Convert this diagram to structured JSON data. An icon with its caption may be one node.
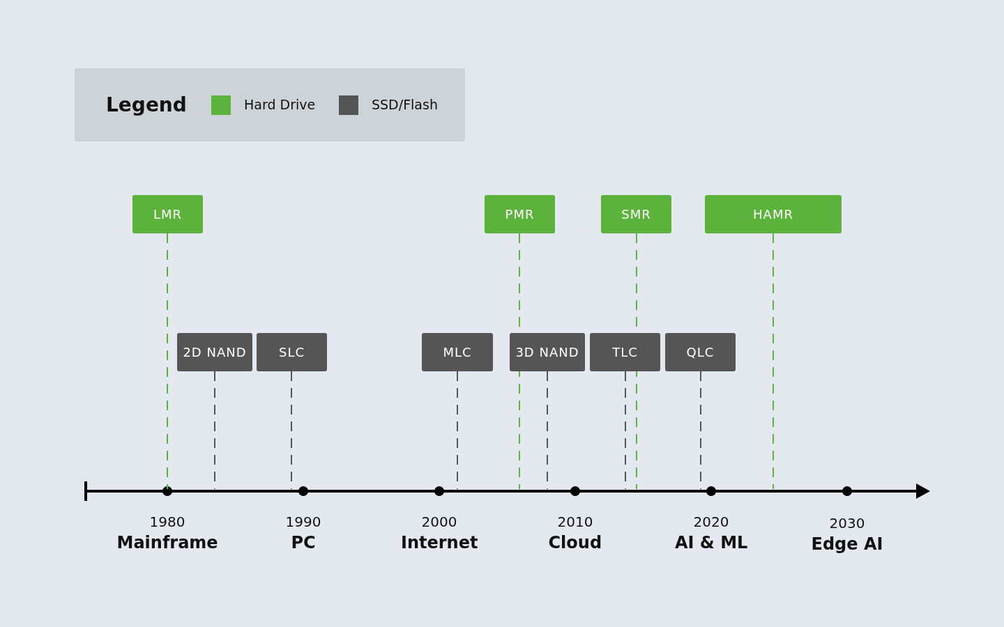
{
  "diagram": {
    "nodes": [
      {
        "text": [
          "LMR"
        ]
      },
      {
        "text": [
          "PMR"
        ]
      },
      {
        "text": [
          "SMR"
        ]
      },
      {
        "text": [
          "HAMR"
        ]
      },
      {
        "text": [
          "2D NAND"
        ]
      },
      {
        "text": [
          "SLC"
        ]
      },
      {
        "text": [
          "MLC"
        ]
      },
      {
        "text": [
          "3D NAND"
        ]
      },
      {
        "text": [
          "TLC"
        ]
      },
      {
        "text": [
          "QLC"
        ]
      }
    ],
    "edges": [
      {
        "from": 0,
        "to": null,
        "arrow": "none",
        "style": "dashed",
        "color": "#5bb33b"
      },
      {
        "from": 1,
        "to": null,
        "arrow": "none",
        "style": "dashed",
        "color": "#5bb33b"
      },
      {
        "from": 2,
        "to": null,
        "arrow": "none",
        "style": "dashed",
        "color": "#5bb33b"
      },
      {
        "from": 3,
        "to": null,
        "arrow": "none",
        "style": "dashed",
        "color": "#5bb33b"
      },
      {
        "from": 4,
        "to": null,
        "arrow": "none",
        "style": "dashed"
      },
      {
        "from": 5,
        "to": null,
        "arrow": "none",
        "style": "dashed"
      },
      {
        "from": 6,
        "to": null,
        "arrow": "none",
        "style": "dashed"
      },
      {
        "from": 7,
        "to": null,
        "arrow": "none",
        "style": "dashed"
      },
      {
        "from": 8,
        "to": null,
        "arrow": "none",
        "style": "dashed"
      },
      {
        "from": 9,
        "to": null,
        "arrow": "none",
        "style": "dashed"
      }
    ],
    "labels": [
      "Legend",
      "1980",
      "Mainframe",
      "1990",
      "PC",
      "2000",
      "Internet",
      "2010",
      "Cloud",
      "2020",
      "AI & ML",
      "2030",
      "Edge AI"
    ],
    "legend": [
      {
        "text": "Hard Drive",
        "color": "#5bb33b"
      },
      {
        "text": "SSD/Flash",
        "color": "#555555"
      }
    ]
  }
}
